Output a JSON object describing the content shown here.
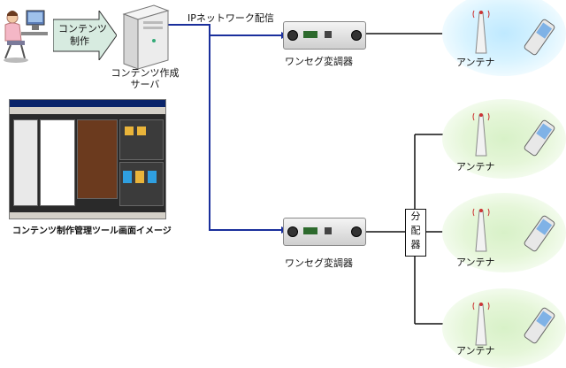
{
  "labels": {
    "content_production": [
      "コンテンツ",
      "制作"
    ],
    "server": [
      "コンテンツ作成",
      "サーバ"
    ],
    "ip_distribution": "IPネットワーク配信",
    "modulator": "ワンセグ変調器",
    "splitter": [
      "分",
      "配",
      "器"
    ],
    "antenna": "アンテナ",
    "tool_caption": "コンテンツ制作管理ツール画面イメージ"
  },
  "colors": {
    "arrow_fill": "#d7ebe0",
    "ip_line": "#1a2f9c",
    "glow_blue": "#bfe9ff",
    "glow_green": "#d8f1c8"
  }
}
